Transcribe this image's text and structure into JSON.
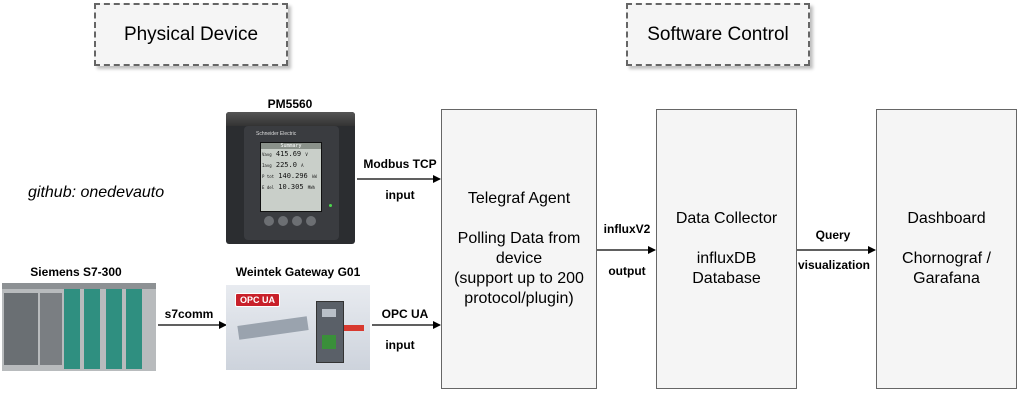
{
  "groups": {
    "physical": "Physical Device",
    "software": "Software Control"
  },
  "watermark": "github: onedevauto",
  "devices": {
    "pm5560": {
      "title": "PM5560",
      "brand": "Schneider Electric",
      "screen_title": "Summary",
      "readings": [
        {
          "label": "Vavg",
          "value": "415.69",
          "unit": "V"
        },
        {
          "label": "Iavg",
          "value": "225.0",
          "unit": "A"
        },
        {
          "label": "P tot",
          "value": "140.296",
          "unit": "kW"
        },
        {
          "label": "E del",
          "value": "10.305",
          "unit": "MWh"
        }
      ]
    },
    "s7300": {
      "title": "Siemens S7-300"
    },
    "weintek": {
      "title": "Weintek Gateway G01",
      "badge": "OPC UA"
    }
  },
  "boxes": {
    "telegraf": {
      "lines": [
        "Telegraf Agent",
        "",
        "Polling Data from",
        "device",
        "(support up to 200",
        "protocol/plugin)"
      ]
    },
    "collector": {
      "lines": [
        "Data Collector",
        "",
        "influxDB",
        "Database"
      ]
    },
    "dashboard": {
      "lines": [
        "Dashboard",
        "",
        "Chornograf /",
        "Garafana"
      ]
    }
  },
  "edges": {
    "modbus": {
      "top": "Modbus TCP",
      "bottom": "input"
    },
    "s7comm": {
      "top": "s7comm"
    },
    "opcua": {
      "top": "OPC UA",
      "bottom": "input"
    },
    "influx": {
      "top": "influxV2",
      "bottom": "output"
    },
    "query": {
      "top": "Query",
      "bottom": "visualization"
    }
  }
}
